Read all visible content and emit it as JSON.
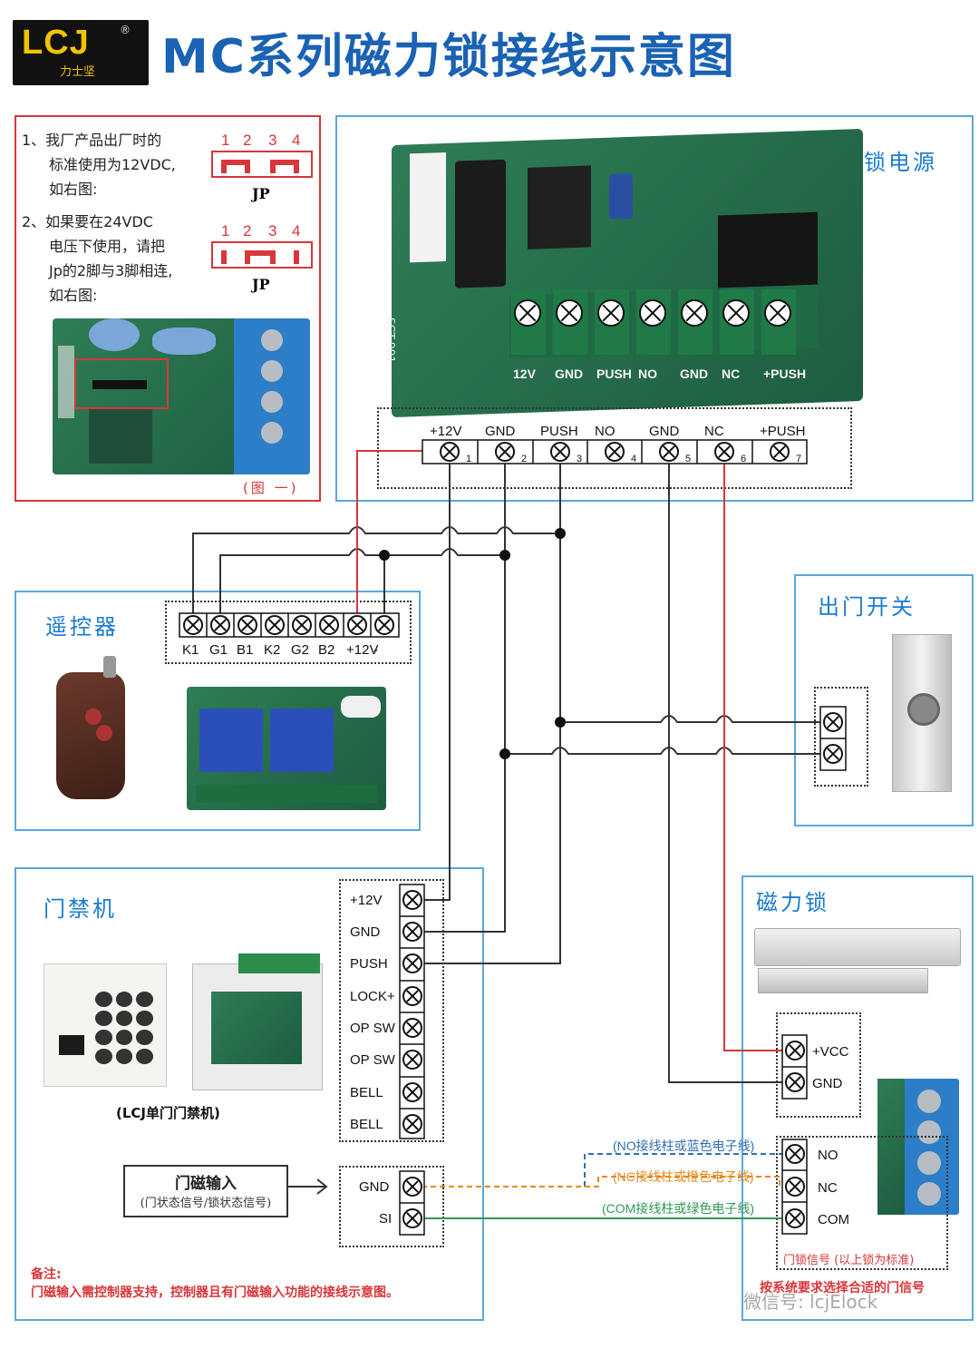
{
  "header": {
    "logo_text": "LCJ",
    "logo_sub": "力士坚",
    "logo_reg": "®",
    "title": "MC系列磁力锁接线示意图"
  },
  "jumper_note": {
    "item1_line1": "1、我厂产品出厂时的",
    "item1_line2": "标准使用为12VDC,",
    "item1_line3": "如右图:",
    "item2_line1": "2、如果要在24VDC",
    "item2_line2": "电压下使用，请把",
    "item2_line3": "Jp的2脚与3脚相连,",
    "item2_line4": "如右图:",
    "pins": [
      "1",
      "2",
      "3",
      "4"
    ],
    "jp_label": "JP",
    "figure_caption": "(图 一)"
  },
  "power_supply": {
    "title": "电锁电源",
    "board_label": "SGT-901",
    "silk_labels": [
      "12V",
      "GND",
      "PUSH",
      "NO",
      "GND",
      "NC",
      "+PUSH"
    ],
    "terminals": [
      {
        "label": "+12V",
        "num": "1"
      },
      {
        "label": "GND",
        "num": "2"
      },
      {
        "label": "PUSH",
        "num": "3"
      },
      {
        "label": "NO",
        "num": "4"
      },
      {
        "label": "GND",
        "num": "5"
      },
      {
        "label": "NC",
        "num": "6"
      },
      {
        "label": "+PUSH",
        "num": "7"
      }
    ]
  },
  "remote": {
    "title": "遥控器",
    "terminals": [
      "K1",
      "G1",
      "B1",
      "K2",
      "G2",
      "B2",
      "+12V",
      "-"
    ]
  },
  "exit_switch": {
    "title": "出门开关"
  },
  "access_controller": {
    "title": "门禁机",
    "caption": "(LCJ单门门禁机)",
    "terminals": [
      "+12V",
      "GND",
      "PUSH",
      "LOCK+",
      "OP SW",
      "OP SW",
      "BELL",
      "BELL"
    ],
    "door_sensor_title": "门磁输入",
    "door_sensor_sub": "(门状态信号/锁状态信号)",
    "sensor_terminals": [
      "GND",
      "SI"
    ],
    "remark_title": "备注:",
    "remark_text": "门磁输入需控制器支持，控制器且有门磁输入功能的接线示意图。"
  },
  "mag_lock": {
    "title": "磁力锁",
    "power_terminals": [
      "+VCC",
      "GND"
    ],
    "signal_terminals": [
      "NO",
      "NC",
      "COM"
    ],
    "wire_no": "(NO接线柱或蓝色电子线)",
    "wire_nc": "(NC接线柱或橙色电子线)",
    "wire_com": "(COM接线柱或绿色电子线)",
    "signal_caption": "门锁信号 (以上锁为标准)",
    "footer_note": "按系统要求选择合适的门信号",
    "watermark": "微信号: lcjElock"
  },
  "colors": {
    "title_blue": "#1a62b3",
    "panel_red": "#d8363a",
    "panel_blue": "#5aa7dc",
    "wire_red": "#d8363a",
    "wire_blue": "#2f6fb0",
    "wire_orange": "#e38a1e",
    "wire_green": "#2e9a55"
  }
}
